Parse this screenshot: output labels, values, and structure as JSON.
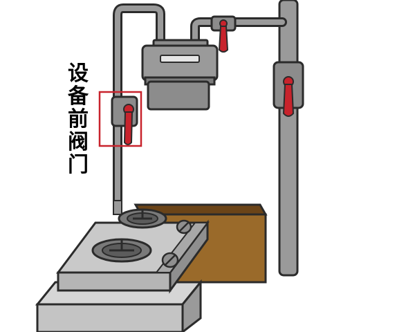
{
  "labels": {
    "device_valve_label": [
      "设",
      "备",
      "前",
      "阀",
      "门"
    ]
  },
  "colors": {
    "pipe": "#9a9a9a",
    "pipe_outline": "#2b2b2b",
    "valve_handle": "#c8232c",
    "highlight_box": "#c8232c",
    "meter_body": "#8c8c8c",
    "stove_top": "#c9c9c9",
    "stove_side": "#8f8f8f",
    "cabinet": "#9a6a2a",
    "cabinet_dark": "#6b4418",
    "counter": "#c4c4c4"
  },
  "icons": [
    "gas-meter-icon",
    "ball-valve-icon",
    "burner-icon",
    "knob-icon"
  ]
}
